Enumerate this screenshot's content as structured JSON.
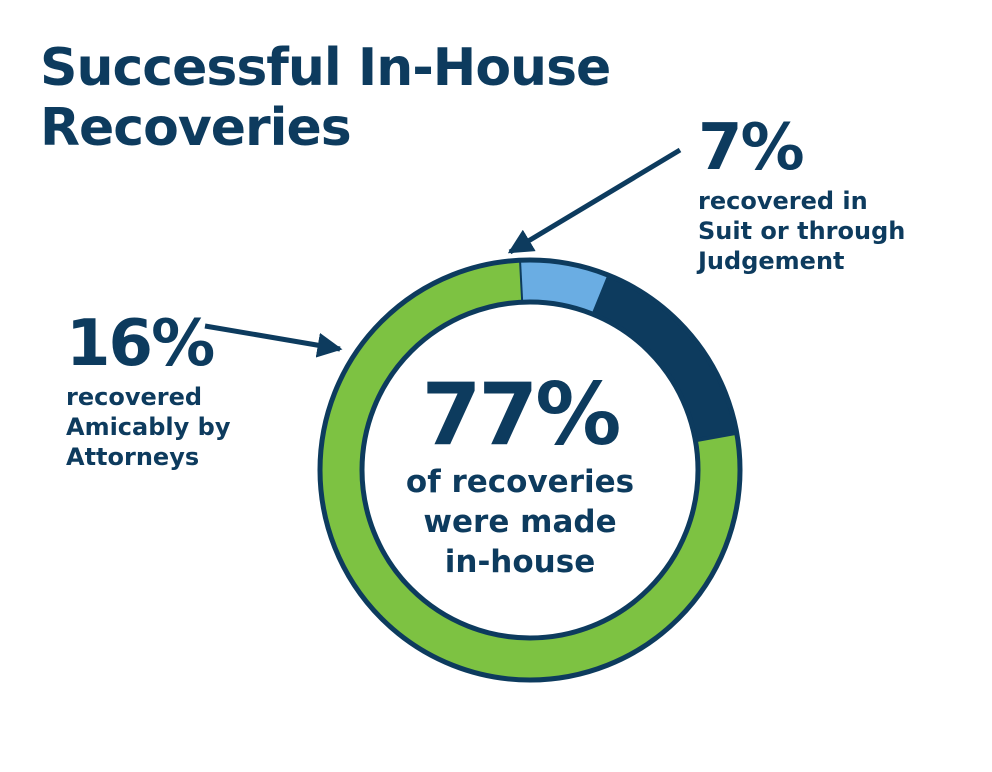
{
  "title": {
    "line1": "Successful In-House",
    "line2": "Recoveries"
  },
  "chart_data": {
    "type": "pie",
    "donut": true,
    "categories": [
      "recovered in Suit or through Judgement",
      "recovered Amicably by Attorneys",
      "of recoveries were made in-house"
    ],
    "values": [
      7,
      16,
      77
    ],
    "unit": "%",
    "colors": [
      "#6aade3",
      "#0d3b5e",
      "#7dc242"
    ],
    "outline_color": "#0d3b5e"
  },
  "callouts": {
    "suit": {
      "pct": "7%",
      "lines": [
        "recovered in",
        "Suit or through",
        "Judgement"
      ]
    },
    "attorneys": {
      "pct": "16%",
      "lines": [
        "recovered",
        "Amicably by",
        "Attorneys"
      ]
    },
    "inhouse": {
      "pct": "77%",
      "lines": [
        "of recoveries",
        "were made",
        "in-house"
      ]
    }
  }
}
